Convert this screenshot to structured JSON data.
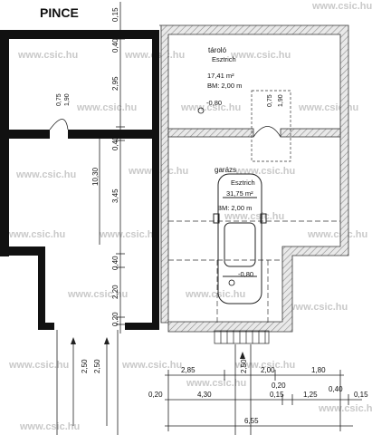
{
  "title": "PINCE",
  "watermark": "www.csic.hu",
  "rooms": {
    "storage": {
      "name": "tároló",
      "floor": "Esztrich",
      "area": "17,41 m²",
      "height": "BM: 2,00 m",
      "level": "-0,80"
    },
    "garage": {
      "name": "garázs",
      "floor": "Esztrich",
      "area": "31,75 m²",
      "height": "BM: 2,00 m",
      "level": "-0,80"
    }
  },
  "openings": {
    "left_door": [
      "0,75",
      "1,90"
    ],
    "storage_door": [
      "0,75",
      "1,90"
    ]
  },
  "vertical_dimensions": [
    "0,15",
    "0,40",
    "2,95",
    "0,40",
    "10,30",
    "3,45",
    "0,40",
    "2,20",
    "0,20"
  ],
  "ramp_labels": [
    "2,50",
    "2,50",
    "2,50"
  ],
  "bottom_dimensions": {
    "row1": [
      "2,85",
      "2,00",
      "1,80"
    ],
    "row2": [
      "0,20",
      "4,30",
      "0,15",
      "1,25",
      "0,40",
      "0,15"
    ],
    "row3": [
      "0,20"
    ],
    "total": "6,55"
  },
  "colors": {
    "wall": "#111111",
    "hatch": "#9a9a9a",
    "watermark": "#c9c9c9",
    "line": "#222222"
  }
}
